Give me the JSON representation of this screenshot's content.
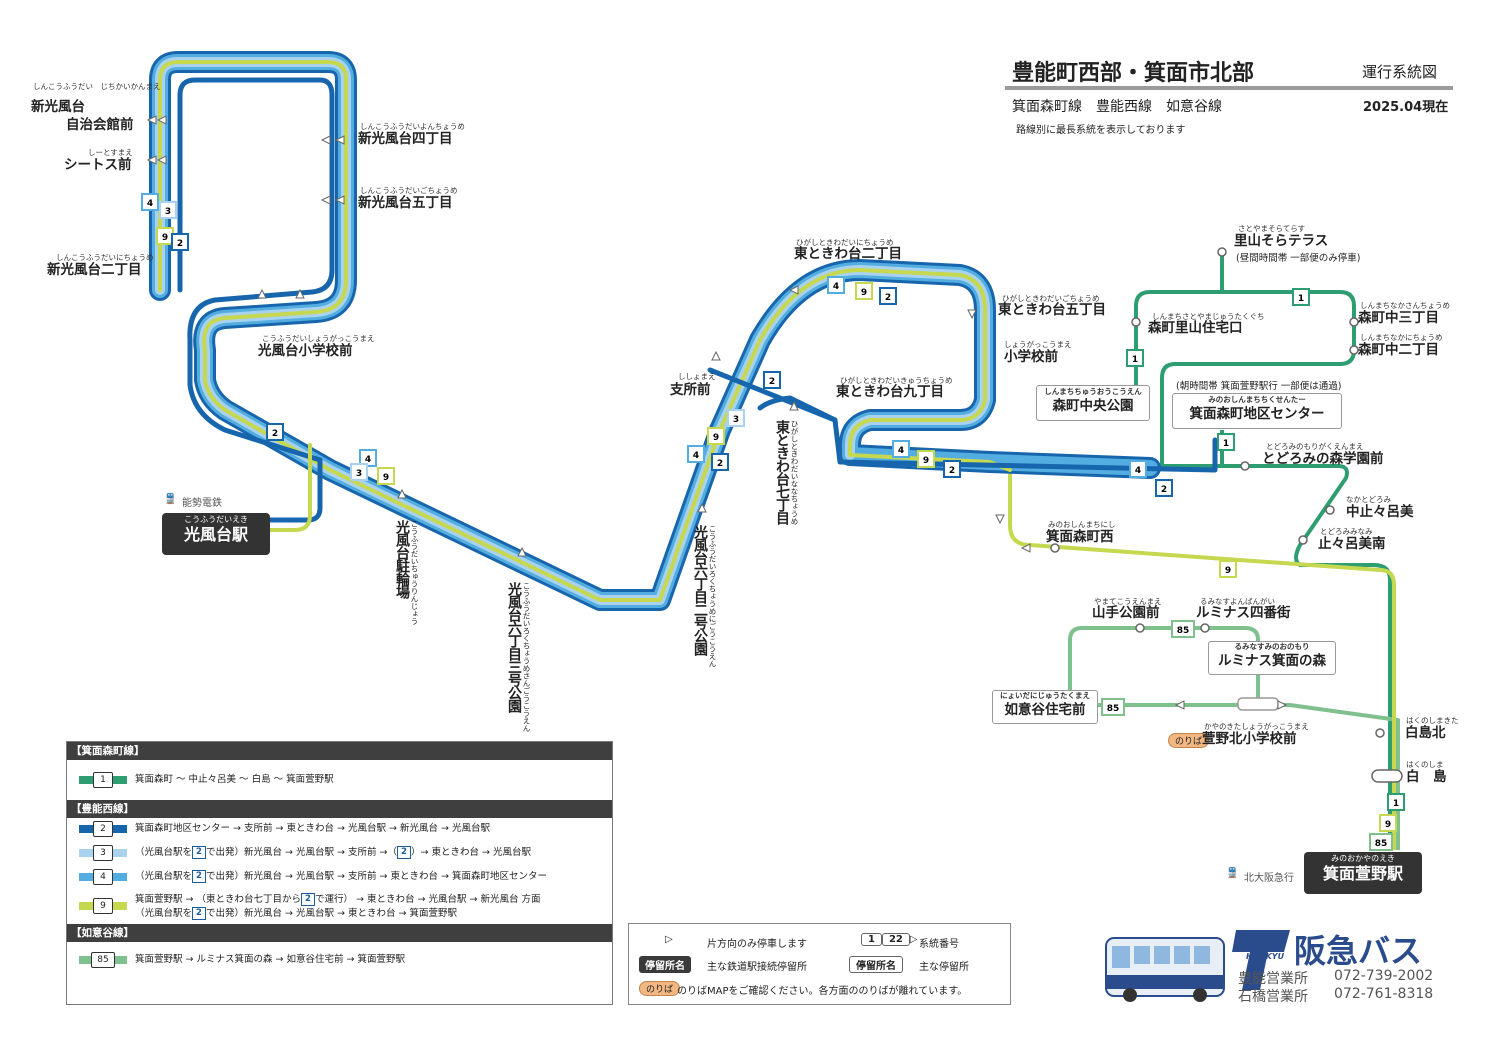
{
  "header": {
    "title": "豊能町西部・箕面市北部",
    "doc_type": "運行系統図",
    "lines": "箕面森町線　豊能西線　如意谷線",
    "date": "2025.04現在",
    "note": "路線別に最長系統を表示しております"
  },
  "colors": {
    "route1": "#2e9e72",
    "route2": "#1766ad",
    "route3": "#a9d2ef",
    "route4": "#54ade0",
    "route9": "#c6d84f",
    "route85": "#80c08f",
    "dark": "#333333"
  },
  "stations": {
    "koufudai": {
      "ruby": "こうふうだいえき",
      "name": "光風台駅",
      "rail": "能勢電鉄"
    },
    "kayano": {
      "ruby": "みのおかやのえき",
      "name": "箕面萱野駅",
      "rail": "北大阪急行"
    }
  },
  "stops": {
    "jichikai": {
      "ruby": "しんこうふうだい　じちかいかんまえ",
      "name1": "新光風台",
      "name2": "自治会館前"
    },
    "seatos": {
      "ruby": "しーとすまえ",
      "name": "シートス前"
    },
    "nichome": {
      "ruby": "しんこうふうだいにちょうめ",
      "name": "新光風台二丁目"
    },
    "yonchome": {
      "ruby": "しんこうふうだいよんちょうめ",
      "name": "新光風台四丁目"
    },
    "gochome": {
      "ruby": "しんこうふうだいごちょうめ",
      "name": "新光風台五丁目"
    },
    "shogakko": {
      "ruby": "こうふうだいしょうがっこうまえ",
      "name": "光風台小学校前"
    },
    "churinjo": {
      "ruby": "こうふうだいちゅうりんじょう",
      "name": "光風台駐輪場"
    },
    "sanko": {
      "ruby": "こうふうだいろくちょうめさんごうこうえん",
      "name": "光風台六丁目三号公園"
    },
    "niko": {
      "ruby": "こうふうだいろくちょうめにごうこうえん",
      "name": "光風台六丁目二号公園"
    },
    "shisho": {
      "ruby": "ししょまえ",
      "name": "支所前"
    },
    "tokiwa2": {
      "ruby": "ひがしときわだいにちょうめ",
      "name": "東ときわ台二丁目"
    },
    "tokiwa5": {
      "ruby": "ひがしときわだいごちょうめ",
      "name": "東ときわ台五丁目"
    },
    "shogakko2": {
      "ruby": "しょうがっこうまえ",
      "name": "小学校前"
    },
    "tokiwa9": {
      "ruby": "ひがしときわだいきゅうちょうめ",
      "name": "東ときわ台九丁目"
    },
    "tokiwa7": {
      "ruby": "ひがしときわだいななちょうめ",
      "name": "東ときわ台七丁目"
    },
    "satoyama": {
      "ruby": "さとやまそらてらす",
      "name": "里山そらテラス",
      "note": "(昼間時間帯 一部便のみ停車)"
    },
    "satoyamajutaku": {
      "ruby": "しんまちさとやまじゅうたくぐち",
      "name": "森町里山住宅口"
    },
    "morimachi3": {
      "ruby": "しんまちなかさんちょうめ",
      "name": "森町中三丁目"
    },
    "morimachi2": {
      "ruby": "しんまちなかにちょうめ",
      "name": "森町中二丁目"
    },
    "chuokoen": {
      "ruby": "しんまちちゅうおうこうえん",
      "name": "森町中央公園"
    },
    "morning_note": "(朝時間帯 箕面萱野駅行 一部便は通過)",
    "center": {
      "ruby": "みのおしんまちちくせんたー",
      "name": "箕面森町地区センター"
    },
    "todoromi": {
      "ruby": "とどろみのもりがくえんまえ",
      "name": "とどろみの森学園前"
    },
    "nakatodoromi": {
      "ruby": "なかとどろみ",
      "name": "中止々呂美"
    },
    "todoromiminami": {
      "ruby": "とどろみみなみ",
      "name": "止々呂美南"
    },
    "morimachinishi": {
      "ruby": "みのおしんまちにし",
      "name": "箕面森町西"
    },
    "yamate": {
      "ruby": "やまてこうえんまえ",
      "name": "山手公園前"
    },
    "luminas4": {
      "ruby": "るみなすよんばんがい",
      "name": "ルミナス四番街"
    },
    "luminasmori": {
      "ruby": "るみなすみのおのもり",
      "name": "ルミナス箕面の森"
    },
    "nyoijutaku": {
      "ruby": "にょいだにじゅうたくまえ",
      "name": "如意谷住宅前"
    },
    "kayanokita": {
      "ruby": "かやのきたしょうがっこうまえ",
      "name": "萱野北小学校前",
      "noriba": "のりば"
    },
    "shirashimakita": {
      "ruby": "はくのしまきた",
      "name": "白島北"
    },
    "shirashima": {
      "ruby": "はくのしま",
      "name": "白　島"
    }
  },
  "legend": {
    "sec1": "【箕面森町線】",
    "r1": "箕面森町 〜 中止々呂美 〜 白島 〜 箕面萱野駅",
    "sec2": "【豊能西線】",
    "r2": "箕面森町地区センター → 支所前 → 東ときわ台 → 光風台駅 → 新光風台 → 光風台駅",
    "r3a": "（光風台駅を",
    "r3b": "で出発）新光風台 → 光風台駅 → 支所前 →（",
    "r3c": "）→ 東ときわ台 → 光風台駅",
    "r4a": "（光風台駅を",
    "r4b": "で出発）新光風台 → 光風台駅 → 支所前 → 東ときわ台 → 箕面森町地区センター",
    "r9a": "箕面萱野駅 → （東ときわ台七丁目から",
    "r9b": "で運行） → 東ときわ台 → 光風台駅 → 新光風台 方面",
    "r9c": "（光風台駅を",
    "r9d": "で出発）新光風台 → 光風台駅 → 東ときわ台 → 箕面萱野駅",
    "sec3": "【如意谷線】",
    "r85": "箕面萱野駅 → ルミナス箕面の森 → 如意谷住宅前 → 箕面萱野駅",
    "n1": "1",
    "n2": "2",
    "n3": "3",
    "n4": "4",
    "n9": "9",
    "n85": "85"
  },
  "key": {
    "oneway": "片方向のみ停車します",
    "route_no": "系統番号",
    "route_no_ex1": "1",
    "route_no_ex2": "22",
    "dark_pill": "停留所名",
    "dark_desc": "主な鉄道駅接続停留所",
    "light_pill": "停留所名",
    "light_desc": "主な停留所",
    "noriba": "のりば",
    "noriba_desc": "のりばMAPをご確認ください。各方面ののりばが離れています。"
  },
  "company": {
    "logo_text": "阪急バス",
    "logo_sub": "HANKYU",
    "office1": "豊能営業所",
    "tel1": "072-739-2002",
    "office2": "石橋営業所",
    "tel2": "072-761-8318"
  }
}
